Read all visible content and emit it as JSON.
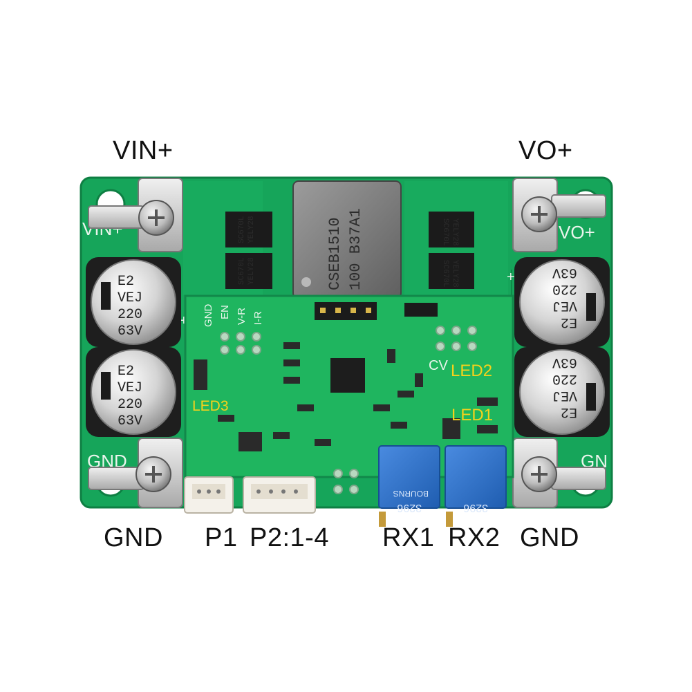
{
  "labels": {
    "vin_plus": "VIN+",
    "vo_plus": "VO+",
    "gnd_left": "GND",
    "gnd_right": "GND",
    "p1": "P1",
    "p2": "P2:1-4",
    "rx1": "RX1",
    "rx2": "RX2"
  },
  "silkscreen": {
    "vin": "VIN+",
    "vo": "VO+",
    "gnd_left": "GND",
    "gnd_right": "GN",
    "header_pins": [
      "GND",
      "EN",
      "V-R",
      "I-R"
    ],
    "cv": "CV",
    "plus": "+"
  },
  "led_labels": {
    "led1": "LED1",
    "led2": "LED2",
    "led3": "LED3"
  },
  "inductor_marking": {
    "line1": "CSEB1510",
    "line2": "100 B37A1"
  },
  "mosfet_marking": {
    "line1": "SC670L",
    "line2": "YELY28"
  },
  "capacitors": {
    "brand": "E2",
    "series": "VEJ",
    "capacitance": "220",
    "voltage": "63V"
  },
  "potentiometers": {
    "model": "3296",
    "brand": "BOURNS"
  },
  "colors": {
    "pcb": "#16a55a",
    "submodule": "#1fb55f",
    "led_label": "#f4d21c",
    "pot_blue": "#2f73c9"
  }
}
